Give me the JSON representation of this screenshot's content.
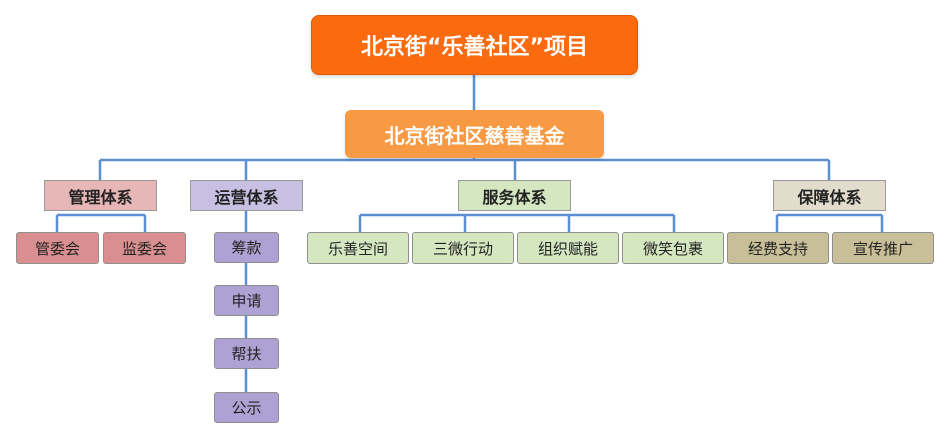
{
  "root": {
    "label": "北京街“乐善社区”项目"
  },
  "foundation": {
    "label": "北京街社区慈善基金"
  },
  "systems": [
    {
      "label": "管理体系",
      "items": [
        "管委会",
        "监委会"
      ]
    },
    {
      "label": "运营体系",
      "items": [
        "筹款",
        "申请",
        "帮扶",
        "公示"
      ]
    },
    {
      "label": "服务体系",
      "items": [
        "乐善空间",
        "三微行动",
        "组织赋能",
        "微笑包裹"
      ]
    },
    {
      "label": "保障体系",
      "items": [
        "经费支持",
        "宣传推广"
      ]
    }
  ],
  "colors": {
    "connector": "#5b8fd1",
    "root": "#fa6a0f",
    "foundation": "#f89a44",
    "management": "#e7b6b6",
    "operations": "#c8c0e3",
    "service": "#d5e7c0",
    "support": "#e1dccb"
  }
}
